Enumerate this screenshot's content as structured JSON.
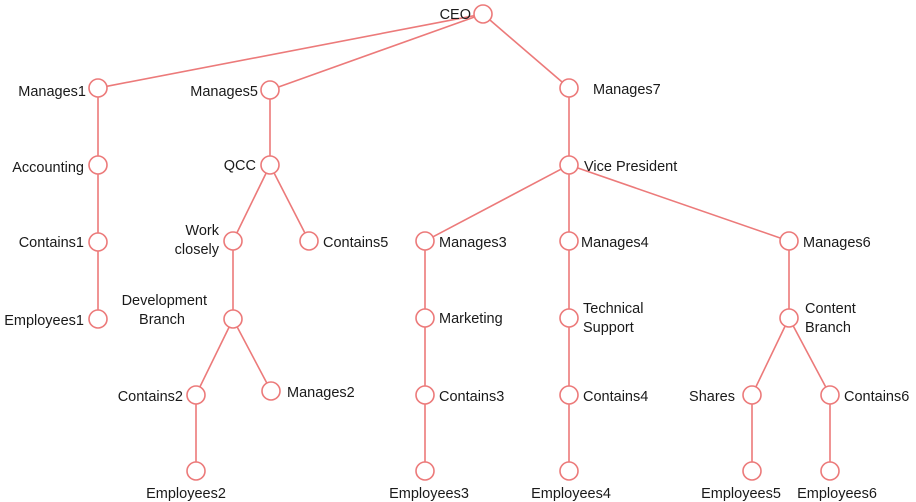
{
  "diagram": {
    "type": "tree",
    "colors": {
      "edge": "#ec7a7a",
      "node_stroke": "#ec7a7a",
      "node_fill": "#ffffff",
      "text": "#1a1a1a"
    },
    "nodes": [
      {
        "id": "ceo",
        "label": "CEO"
      },
      {
        "id": "manages1",
        "label": "Manages1"
      },
      {
        "id": "manages5",
        "label": "Manages5"
      },
      {
        "id": "manages7",
        "label": "Manages7"
      },
      {
        "id": "accounting",
        "label": "Accounting"
      },
      {
        "id": "qcc",
        "label": "QCC"
      },
      {
        "id": "vice-president",
        "label": "Vice President"
      },
      {
        "id": "contains1",
        "label": "Contains1"
      },
      {
        "id": "work-closely",
        "label": "Work closely"
      },
      {
        "id": "contains5",
        "label": "Contains5"
      },
      {
        "id": "manages3",
        "label": "Manages3"
      },
      {
        "id": "manages4",
        "label": "Manages4"
      },
      {
        "id": "manages6",
        "label": "Manages6"
      },
      {
        "id": "employees1",
        "label": "Employees1"
      },
      {
        "id": "development-branch",
        "label": "Development Branch"
      },
      {
        "id": "marketing",
        "label": "Marketing"
      },
      {
        "id": "technical-support",
        "label": "Technical Support"
      },
      {
        "id": "content-branch",
        "label": "Content Branch"
      },
      {
        "id": "contains2",
        "label": "Contains2"
      },
      {
        "id": "manages2",
        "label": "Manages2"
      },
      {
        "id": "contains3",
        "label": "Contains3"
      },
      {
        "id": "contains4",
        "label": "Contains4"
      },
      {
        "id": "shares",
        "label": "Shares"
      },
      {
        "id": "contains6",
        "label": "Contains6"
      },
      {
        "id": "employees2",
        "label": "Employees2"
      },
      {
        "id": "employees3",
        "label": "Employees3"
      },
      {
        "id": "employees4",
        "label": "Employees4"
      },
      {
        "id": "employees5",
        "label": "Employees5"
      },
      {
        "id": "employees6",
        "label": "Employees6"
      }
    ],
    "edges": [
      [
        "ceo",
        "manages1"
      ],
      [
        "ceo",
        "manages5"
      ],
      [
        "ceo",
        "manages7"
      ],
      [
        "manages1",
        "accounting"
      ],
      [
        "accounting",
        "contains1"
      ],
      [
        "contains1",
        "employees1"
      ],
      [
        "manages5",
        "qcc"
      ],
      [
        "qcc",
        "work-closely"
      ],
      [
        "qcc",
        "contains5"
      ],
      [
        "work-closely",
        "development-branch"
      ],
      [
        "development-branch",
        "contains2"
      ],
      [
        "development-branch",
        "manages2"
      ],
      [
        "contains2",
        "employees2"
      ],
      [
        "manages7",
        "vice-president"
      ],
      [
        "vice-president",
        "manages3"
      ],
      [
        "vice-president",
        "manages4"
      ],
      [
        "vice-president",
        "manages6"
      ],
      [
        "manages3",
        "marketing"
      ],
      [
        "marketing",
        "contains3"
      ],
      [
        "contains3",
        "employees3"
      ],
      [
        "manages4",
        "technical-support"
      ],
      [
        "technical-support",
        "contains4"
      ],
      [
        "contains4",
        "employees4"
      ],
      [
        "manages6",
        "content-branch"
      ],
      [
        "content-branch",
        "shares"
      ],
      [
        "content-branch",
        "contains6"
      ],
      [
        "shares",
        "employees5"
      ],
      [
        "contains6",
        "employees6"
      ]
    ]
  }
}
